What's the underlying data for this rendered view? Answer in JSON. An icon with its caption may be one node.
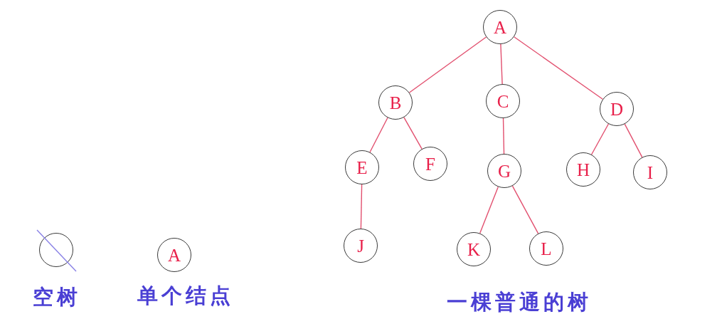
{
  "diagram": {
    "nodes": [
      {
        "text": [
          "A"
        ]
      },
      {
        "text": [
          "B"
        ]
      },
      {
        "text": [
          "C"
        ]
      },
      {
        "text": [
          "D"
        ]
      },
      {
        "text": [
          "E"
        ]
      },
      {
        "text": [
          "F"
        ]
      },
      {
        "text": [
          "G"
        ]
      },
      {
        "text": [
          "H"
        ]
      },
      {
        "text": [
          "I"
        ]
      },
      {
        "text": [
          "J"
        ]
      },
      {
        "text": [
          "K"
        ]
      },
      {
        "text": [
          "L"
        ]
      },
      {
        "text": [],
        "shape": "circle",
        "beside": [
          "空树"
        ]
      },
      {
        "text": [
          "A"
        ],
        "beside": [
          "单个结点"
        ]
      }
    ],
    "edges": [
      {
        "from": 0,
        "to": 1,
        "arrow": "none"
      },
      {
        "from": 0,
        "to": 2,
        "arrow": "none"
      },
      {
        "from": 0,
        "to": 3,
        "arrow": "none"
      },
      {
        "from": 1,
        "to": 4,
        "arrow": "none"
      },
      {
        "from": 1,
        "to": 5,
        "arrow": "none"
      },
      {
        "from": 2,
        "to": 6,
        "arrow": "none"
      },
      {
        "from": 3,
        "to": 7,
        "arrow": "none"
      },
      {
        "from": 3,
        "to": 8,
        "arrow": "none"
      },
      {
        "from": 4,
        "to": 9,
        "arrow": "none"
      },
      {
        "from": 6,
        "to": 10,
        "arrow": "none"
      },
      {
        "from": 6,
        "to": 11,
        "arrow": "none"
      }
    ],
    "labels": [
      "一棵普通的树"
    ]
  }
}
